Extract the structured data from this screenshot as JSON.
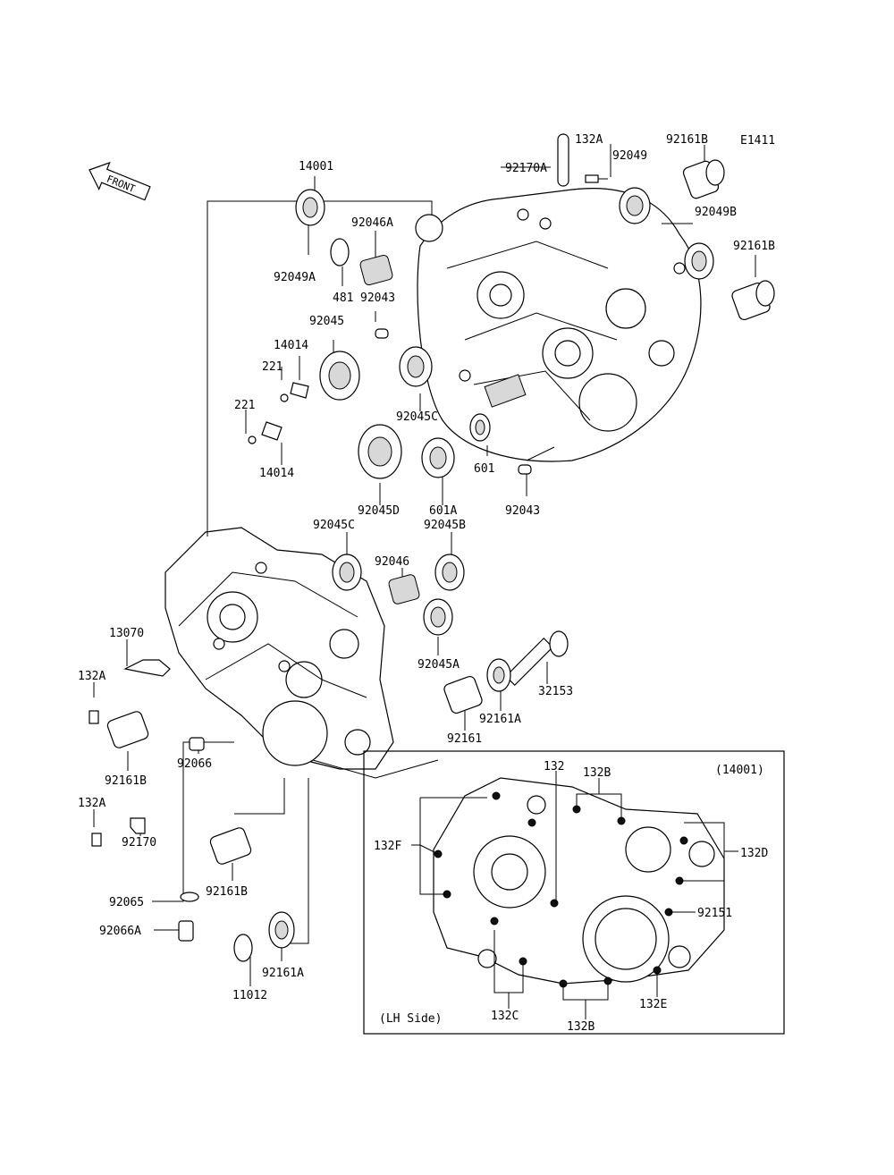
{
  "diagram_code": "E1411",
  "front_label": "FRONT",
  "inset": {
    "title": "(14001)",
    "side": "(LH Side)"
  },
  "labels": {
    "p14001": "14001",
    "p132A_top": "132A",
    "p92170A": "92170A",
    "p92161B_top": "92161B",
    "p92049": "92049",
    "p92049B": "92049B",
    "p92161B_right": "92161B",
    "p92046A": "92046A",
    "p92049A": "92049A",
    "p481": "481",
    "p92043_top": "92043",
    "p92045": "92045",
    "p14014_top": "14014",
    "p221_top": "221",
    "p221_bot": "221",
    "p14014_bot": "14014",
    "p92045C_top": "92045C",
    "p601": "601",
    "p92045D": "92045D",
    "p601A": "601A",
    "p92043_bot": "92043",
    "p92045C_mid": "92045C",
    "p92045B": "92045B",
    "p92046": "92046",
    "p13070": "13070",
    "p132A_left": "132A",
    "p92045A": "92045A",
    "p32153": "32153",
    "p92161A_mid": "92161A",
    "p92161": "92161",
    "p92161B_left": "92161B",
    "p92066": "92066",
    "p132A_bot": "132A",
    "p92170": "92170",
    "p92161B_bot": "92161B",
    "p92065": "92065",
    "p92066A": "92066A",
    "p92161A_bot": "92161A",
    "p11012": "11012",
    "i132": "132",
    "i132B_top": "132B",
    "i132F": "132F",
    "i132D": "132D",
    "i92151": "92151",
    "i132E": "132E",
    "i132C": "132C",
    "i132B_bot": "132B"
  }
}
